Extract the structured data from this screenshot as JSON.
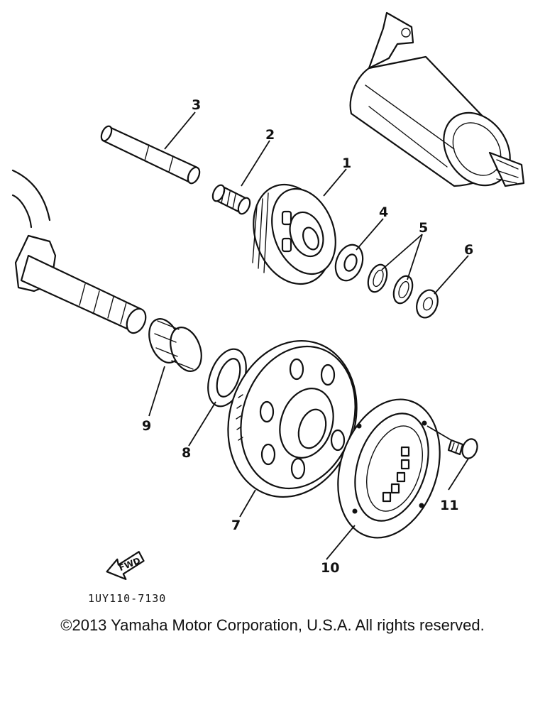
{
  "diagram": {
    "callouts": [
      {
        "id": "1",
        "label": "1"
      },
      {
        "id": "2",
        "label": "2"
      },
      {
        "id": "3",
        "label": "3"
      },
      {
        "id": "4",
        "label": "4"
      },
      {
        "id": "5",
        "label": "5"
      },
      {
        "id": "6",
        "label": "6"
      },
      {
        "id": "7",
        "label": "7"
      },
      {
        "id": "8",
        "label": "8"
      },
      {
        "id": "9",
        "label": "9"
      },
      {
        "id": "10",
        "label": "10"
      },
      {
        "id": "11",
        "label": "11"
      }
    ],
    "direction_arrow_label": "FWD",
    "drawing_code": "1UY110-7130"
  },
  "footer": {
    "copyright": "©2013 Yamaha Motor Corporation, U.S.A. All rights reserved."
  }
}
